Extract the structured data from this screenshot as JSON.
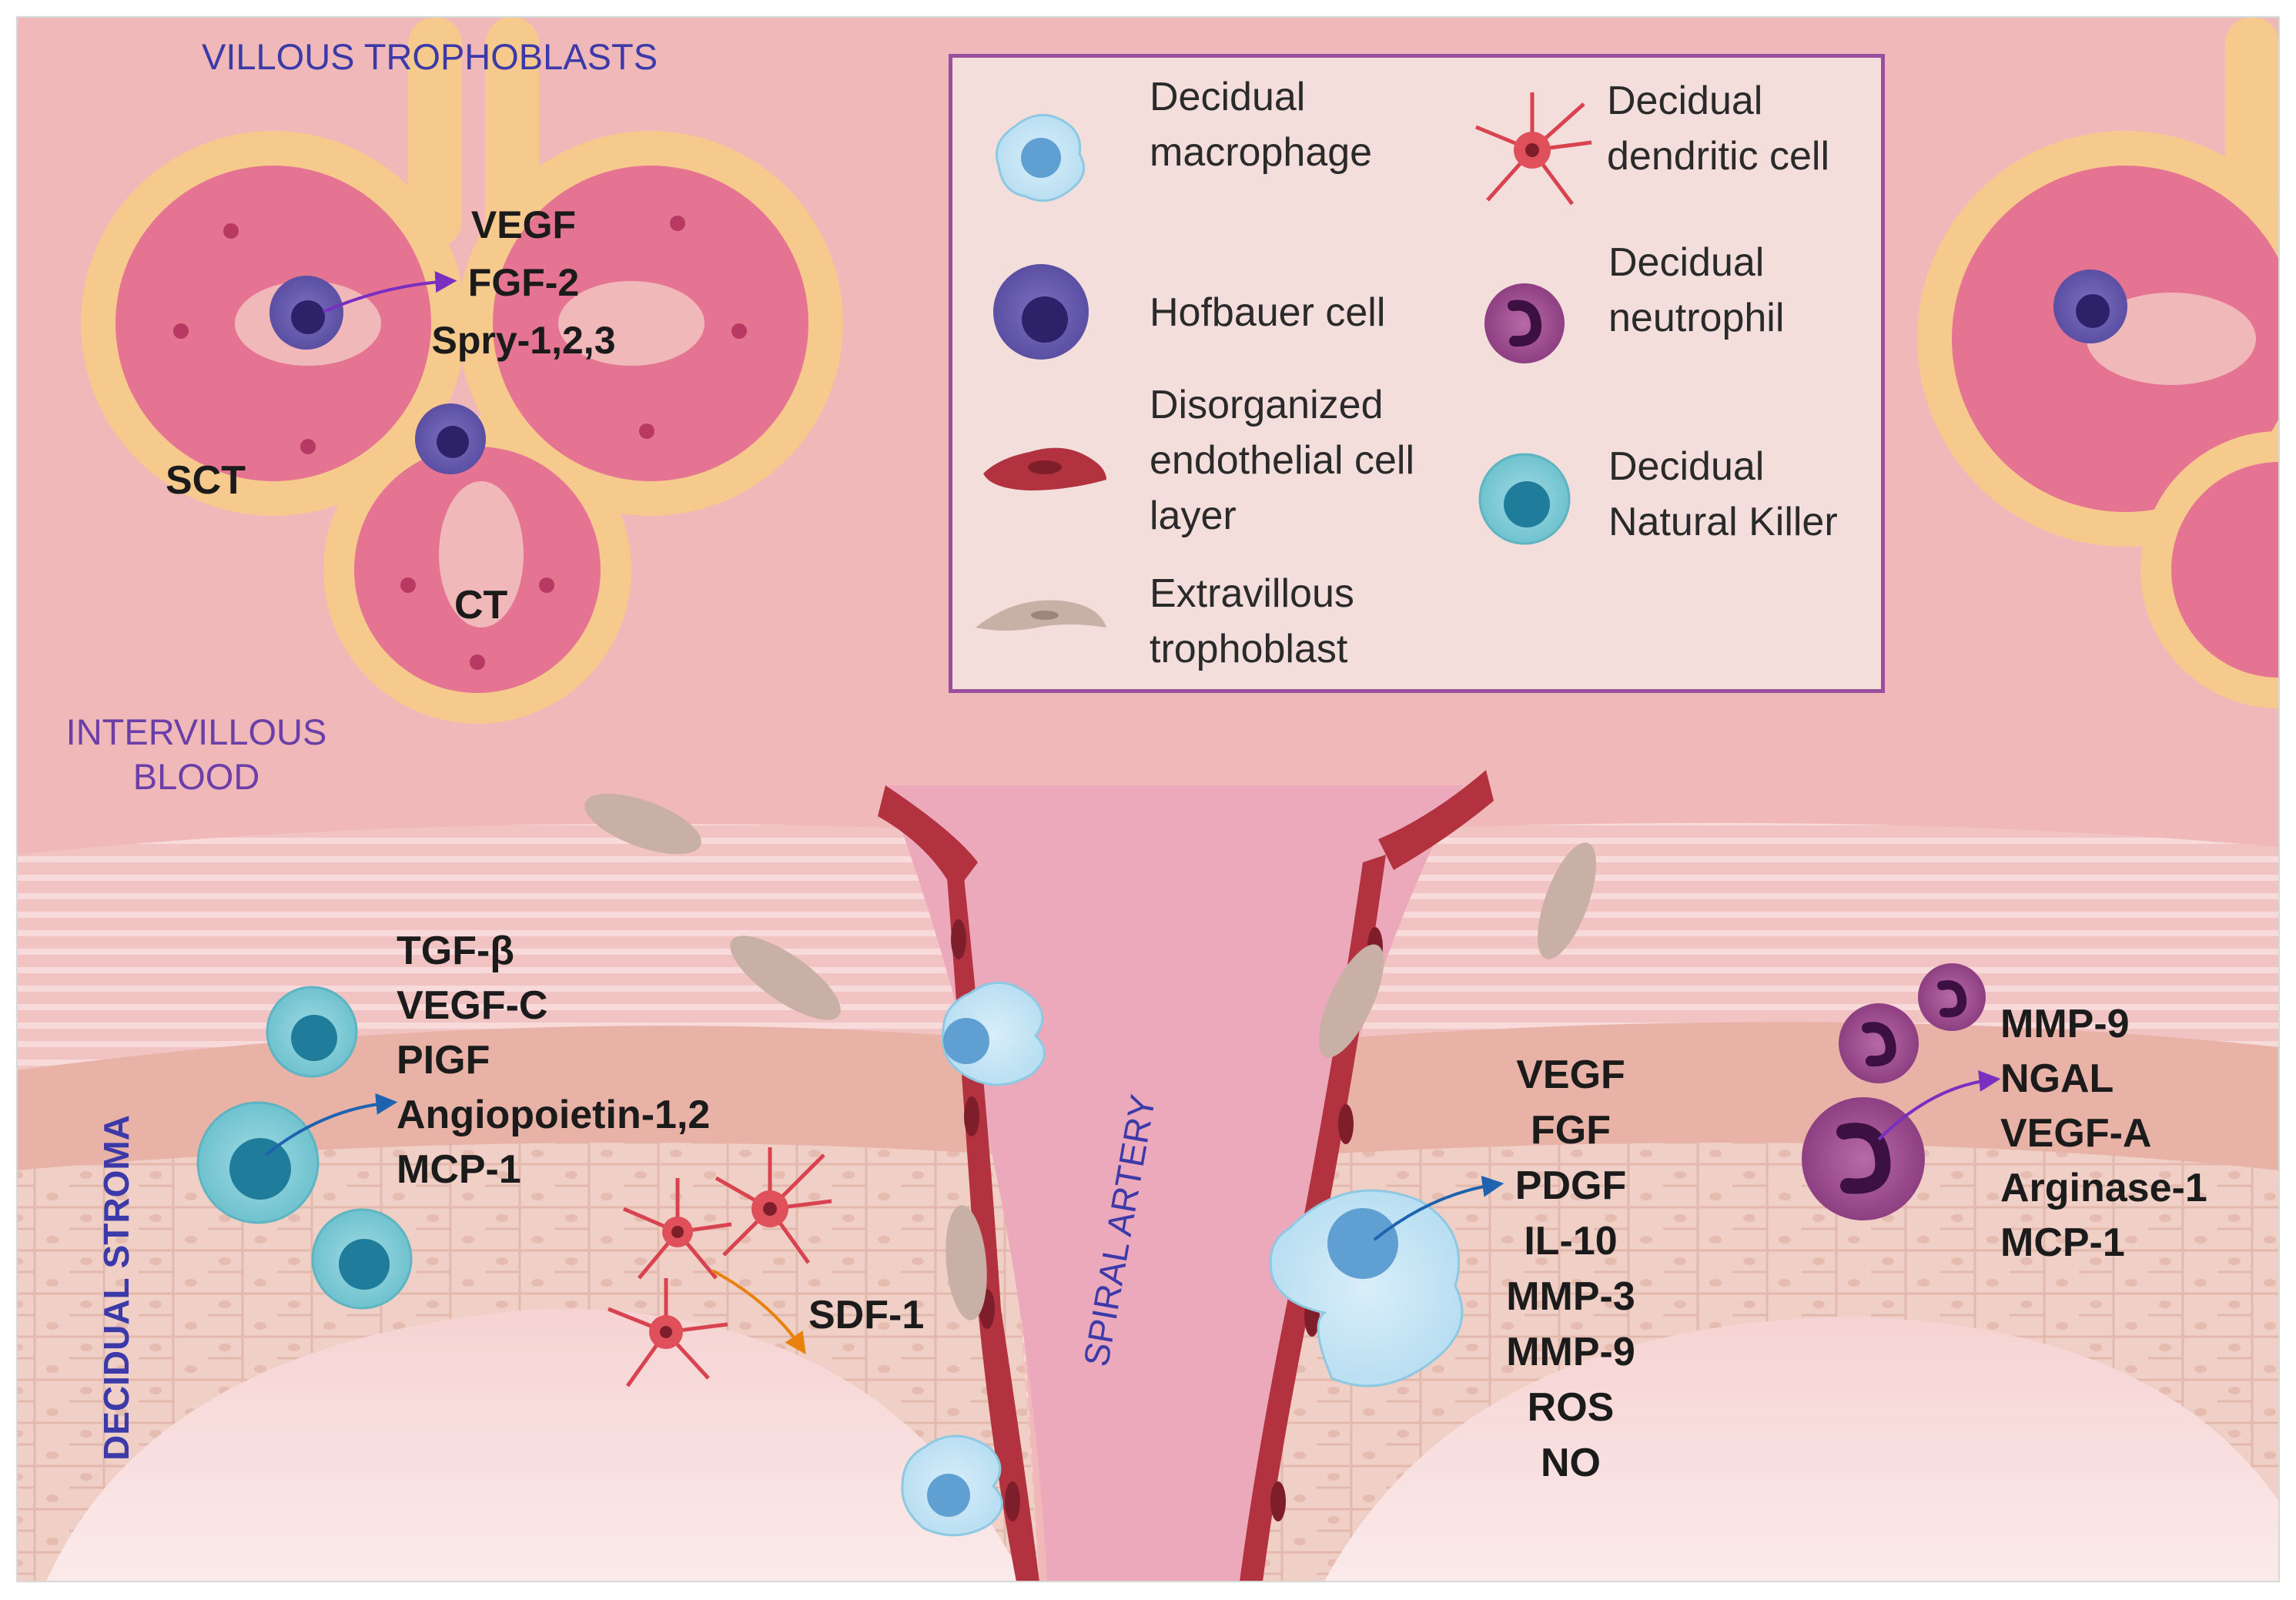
{
  "labels": {
    "villous_trophoblasts": "VILLOUS TROPHOBLASTS",
    "sct": "SCT",
    "ct": "CT",
    "intervillous_blood": [
      "INTERVILLOUS",
      "BLOOD"
    ],
    "decidual_stroma": "DECIDUAL STROMA",
    "spiral_artery": "SPIRAL ARTERY",
    "sdf1": "SDF-1"
  },
  "factors": {
    "hofbauer": [
      "VEGF",
      "FGF-2",
      "Spry-1,2,3"
    ],
    "nk": [
      "TGF-β",
      "VEGF-C",
      "PIGF",
      "Angiopoietin-1,2",
      "MCP-1"
    ],
    "macrophage": [
      "VEGF",
      "FGF",
      "PDGF",
      "IL-10",
      "MMP-3",
      "MMP-9",
      "ROS",
      "NO"
    ],
    "neutrophil": [
      "MMP-9",
      "NGAL",
      "VEGF-A",
      "Arginase-1",
      "MCP-1"
    ]
  },
  "legend": [
    {
      "icon": "decidual-macrophage-icon",
      "lines": [
        "Decidual",
        "macrophage"
      ]
    },
    {
      "icon": "decidual-dendritic-cell-icon",
      "lines": [
        "Decidual",
        "dendritic cell"
      ]
    },
    {
      "icon": "hofbauer-cell-icon",
      "lines": [
        "Hofbauer cell"
      ]
    },
    {
      "icon": "decidual-neutrophil-icon",
      "lines": [
        "Decidual",
        "neutrophil"
      ]
    },
    {
      "icon": "endothelial-cell-icon",
      "lines": [
        "Disorganized",
        "endothelial cell",
        "layer"
      ]
    },
    {
      "icon": "decidual-nk-icon",
      "lines": [
        "Decidual",
        "Natural Killer"
      ]
    },
    {
      "icon": "extravillous-trophoblast-icon",
      "lines": [
        "Extravillous",
        "trophoblast"
      ]
    }
  ],
  "colors": {
    "background": "#f0b8b8",
    "trophoblast_outer": "#f6c98c",
    "cytotrophoblast": "#e57493",
    "endothelial": "#b2333f",
    "spiral_lumen": "#eda9bc",
    "legend_border": "#9a4f9e",
    "label_blue": "#3b3aa8",
    "label_purple": "#6b3fa8",
    "arrow_blue": "#1e63b0",
    "arrow_orange": "#e8820c",
    "arrow_purple": "#7a2fc0"
  }
}
